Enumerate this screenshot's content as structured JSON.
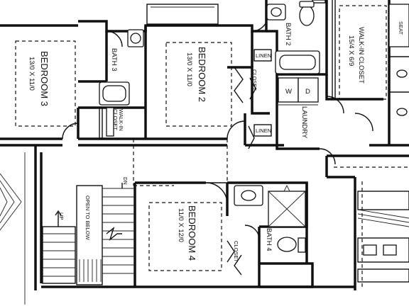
{
  "rooms": {
    "bedroom3": {
      "name": "BEDROOM 3",
      "size": "13/0 X 11/0"
    },
    "bedroom2": {
      "name": "BEDROOM 2",
      "size": "13/0 X 11/0"
    },
    "bedroom4": {
      "name": "BEDROOM 4",
      "size": "11/0 X 12/0"
    },
    "walkin_closet_master": {
      "name": "WALK-IN CLOSET",
      "size": "15/4 X 6/9"
    },
    "bath2": "BATH 2",
    "bath3": "BATH 3",
    "bath4": "BATH 4",
    "walkin_closet_small": {
      "line1": "WALK-IN",
      "line2": "CLOSET"
    },
    "laundry": "LAUNDRY",
    "linen_top": "LINEN",
    "linen_bottom": "LINEN",
    "closet_b2": "CLOSET",
    "closet_b4": "CLOSET",
    "washer": "W",
    "dryer": "D",
    "stair_open": "OPEN TO BELOW",
    "stair_up": "UP",
    "stair_dn": "DN",
    "edge_label": "SEAT"
  }
}
